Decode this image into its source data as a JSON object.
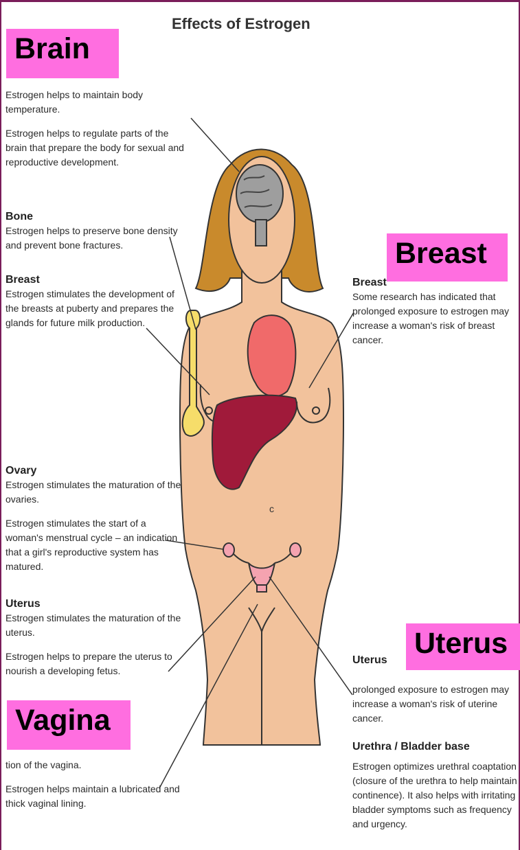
{
  "title": "Effects of Estrogen",
  "tags": {
    "brain": "Brain",
    "breast": "Breast",
    "uterus": "Uterus",
    "vagina": "Vagina"
  },
  "left": {
    "brain_p1": "Estrogen helps to maintain body temperature.",
    "brain_p2": "Estrogen helps to regulate parts of the brain that prepare the body for sexual and reproductive development.",
    "bone_head": "Bone",
    "bone_p1": "Estrogen helps to preserve bone density and prevent bone fractures.",
    "breast_head": "Breast",
    "breast_p1": "Estrogen stimulates the development of the breasts at puberty and prepares the glands for future milk production.",
    "ovary_head": "Ovary",
    "ovary_p1": "Estrogen stimulates the maturation of the ovaries.",
    "ovary_p2": "Estrogen stimulates the start of a woman's menstrual cycle – an indication that a girl's reproductive system has matured.",
    "uterus_head": "Uterus",
    "uterus_p1": "Estrogen stimulates the maturation of the uterus.",
    "uterus_p2": "Estrogen helps to prepare the uterus to nourish a developing fetus.",
    "vagina_p1": "tion of the vagina.",
    "vagina_p2": "Estrogen helps maintain a lubricated and thick vaginal lining."
  },
  "right": {
    "breast_head": "Breast",
    "breast_p1": "Some research has indicated that prolonged exposure to estrogen may increase a woman's risk of breast cancer.",
    "uterus_head": "Uterus",
    "uterus_p1": "prolonged exposure to estrogen may increase a woman's risk of uterine cancer.",
    "urethra_head": "Urethra / Bladder base",
    "urethra_p1": "Estrogen optimizes urethral coaptation (closure of the urethra to help maintain continence). It also helps with irritating bladder symptoms such as frequency and urgency."
  },
  "colors": {
    "skin": "#f2c29c",
    "hair": "#c98a2c",
    "heart": "#f06a6a",
    "liver": "#a01a3a",
    "bone": "#f6dd6a",
    "tag": "#ff6ee0",
    "frame": "#7a1d5a"
  }
}
